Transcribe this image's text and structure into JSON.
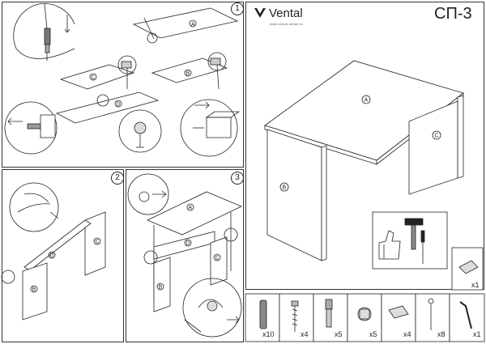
{
  "header": {
    "brand": "Vental",
    "brand_sub": "www.vental-mebel.ru",
    "model": "СП-3"
  },
  "steps": {
    "step1": "1",
    "step2": "2",
    "step3": "3"
  },
  "part_labels": {
    "a": "A",
    "b": "B",
    "c": "C",
    "d": "D"
  },
  "hardware": [
    {
      "name": "dowel",
      "qty": "x10"
    },
    {
      "name": "confirmat-screw",
      "qty": "x4"
    },
    {
      "name": "cam-bolt",
      "qty": "x5"
    },
    {
      "name": "cam-lock",
      "qty": "x5"
    },
    {
      "name": "bracket",
      "qty": "x4"
    },
    {
      "name": "nail",
      "qty": "x8"
    },
    {
      "name": "hex-key",
      "qty": "x1"
    },
    {
      "name": "cover-caps",
      "qty": "x1"
    }
  ],
  "tools": [
    "hammer-icon",
    "screwdriver-icon",
    "thumbs-up-icon"
  ]
}
